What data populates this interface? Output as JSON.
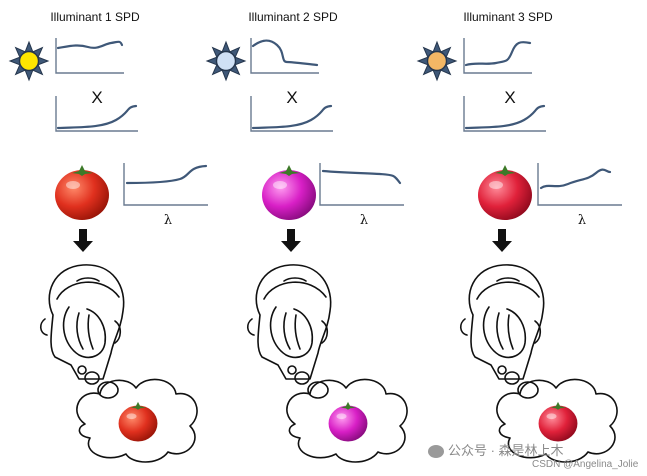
{
  "columns": [
    {
      "title": "Illuminant 1 SPD",
      "multiply_symbol": "X",
      "wavelength_label": "λ",
      "sun_color": "#ffe600",
      "fruit_color": "#e0301e"
    },
    {
      "title": "Illuminant 2 SPD",
      "multiply_symbol": "X",
      "wavelength_label": "λ",
      "sun_color": "#cfe0f5",
      "fruit_color": "#d81fc6"
    },
    {
      "title": "Illuminant 3 SPD",
      "multiply_symbol": "X",
      "wavelength_label": "λ",
      "sun_color": "#f3b765",
      "fruit_color": "#e0213a"
    }
  ],
  "watermark": {
    "account": "公众号 · 森是林上木",
    "credit": "CSDN @Angelina_Jolie"
  },
  "colors": {
    "curve": "#3f5878",
    "axis": "#6a7a90",
    "sun_ray": "#3f5878"
  },
  "icons": [
    "sun-icon",
    "tomato-icon",
    "arrow-down-icon",
    "head-icon",
    "thought-bubble-icon",
    "wechat-icon"
  ]
}
